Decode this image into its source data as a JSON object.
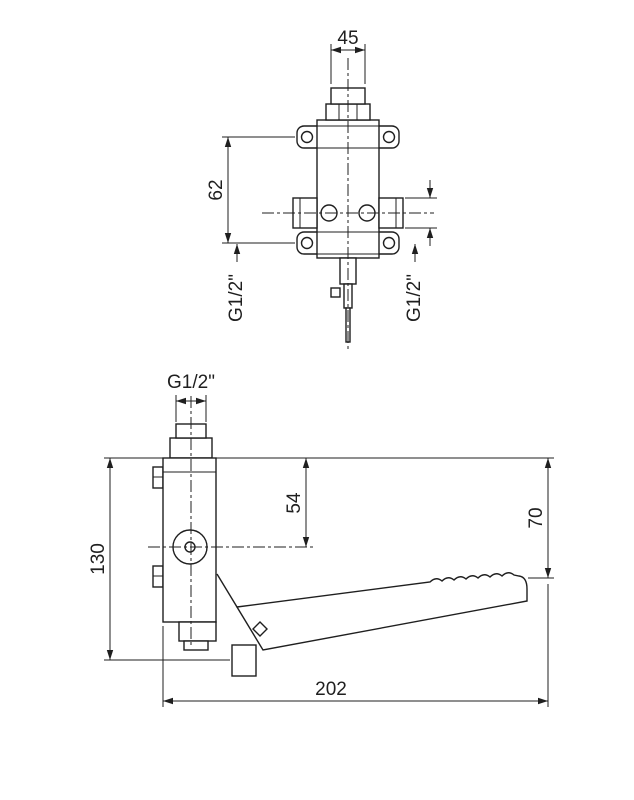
{
  "colors": {
    "line": "#1f1f1f",
    "background": "#ffffff"
  },
  "drawing": {
    "type": "technical-dimension-drawing",
    "subject": "foot-pedal-valve",
    "front_view": {
      "dims": {
        "width_top": "45",
        "flange_spacing": "62",
        "port_left": "G1/2\"",
        "port_right": "G1/2\""
      }
    },
    "side_view": {
      "dims": {
        "inlet_thread": "G1/2\"",
        "axis_offset": "54",
        "pedal_drop": "70",
        "overall_height": "130",
        "overall_length": "202"
      }
    }
  }
}
